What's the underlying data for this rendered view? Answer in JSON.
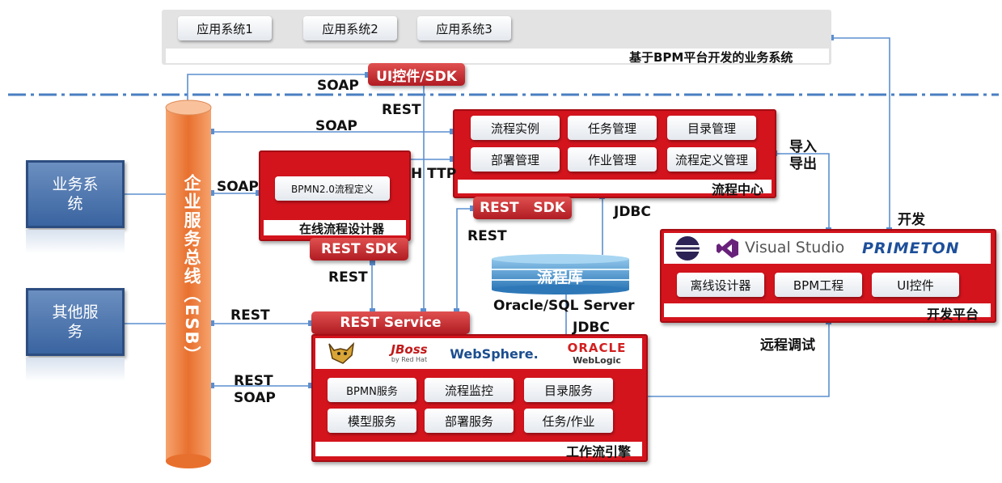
{
  "top_system": {
    "apps": [
      "应用系统1",
      "应用系统2",
      "应用系统3"
    ],
    "caption": "基于BPM平台开发的业务系统"
  },
  "ui_sdk": "UI控件/SDK",
  "esb_label": "企业服务总线（ESB）",
  "left_systems": [
    "业务系\n统",
    "其他服\n务"
  ],
  "process_center": {
    "items": [
      "流程实例",
      "任务管理",
      "目录管理",
      "部署管理",
      "作业管理",
      "流程定义管理"
    ],
    "caption": "流程中心"
  },
  "online_designer": {
    "item": "BPMN2.0流程定义",
    "caption": "在线流程设计器"
  },
  "rest_sdk_1": "REST   SDK",
  "rest_sdk_2": "REST SDK",
  "rest_service": "REST Service",
  "db": {
    "label": "流程库",
    "caption": "Oracle/SQL Server"
  },
  "engine": {
    "logos": {
      "jboss": "JBoss",
      "jboss_sub": "by Red Hat",
      "websphere": "WebSphere.",
      "oracle": "ORACLE",
      "weblogic": "WebLogic"
    },
    "items": [
      "BPMN服务",
      "流程监控",
      "目录服务",
      "模型服务",
      "部署服务",
      "任务/作业"
    ],
    "caption": "工作流引擎"
  },
  "dev_platform": {
    "logos": {
      "visual_studio": "Visual Studio",
      "primeton": "PRIMETON"
    },
    "items": [
      "离线设计器",
      "BPM工程",
      "UI控件"
    ],
    "caption": "开发平台"
  },
  "connection_labels": {
    "soap_top": "SOAP",
    "rest_top": "REST",
    "soap_mid": "SOAP",
    "http": "H TTP",
    "soap_left": "SOAP",
    "rest_sdk": "REST",
    "rest_under_sdk": "REST",
    "rest_left": "REST",
    "rest_soap": "REST\nSOAP",
    "jdbc_1": "JDBC",
    "jdbc_2": "JDBC",
    "import_export": "导入\n导出",
    "develop": "开发",
    "remote_debug": "远程调试"
  },
  "colors": {
    "red": "#d3141d",
    "blue_line": "#4a7fc1",
    "esb": "#f08a4b"
  }
}
